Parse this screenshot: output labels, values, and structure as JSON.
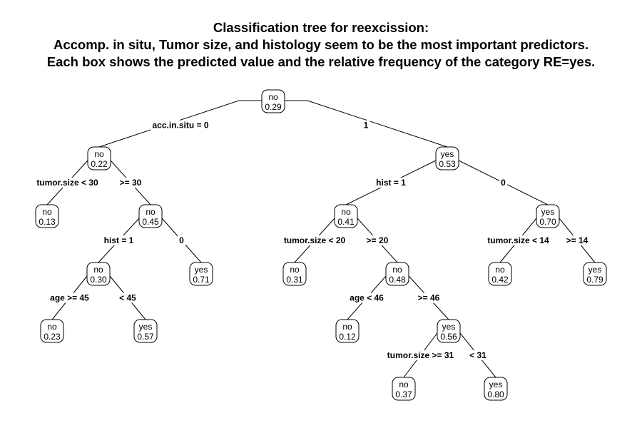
{
  "title": {
    "line1": "Classification tree for reexcission:",
    "line2": "Accomp. in situ, Tumor size, and histology seem to be the most important predictors.",
    "line3": "Each box shows the predicted value and the relative frequency of the category RE=yes."
  },
  "nodes": [
    {
      "id": "root",
      "pred": "no",
      "freq": "0.29"
    },
    {
      "id": "n2",
      "pred": "no",
      "freq": "0.22"
    },
    {
      "id": "n3",
      "pred": "yes",
      "freq": "0.53"
    },
    {
      "id": "n4",
      "pred": "no",
      "freq": "0.13"
    },
    {
      "id": "n5",
      "pred": "no",
      "freq": "0.45"
    },
    {
      "id": "n10",
      "pred": "no",
      "freq": "0.30"
    },
    {
      "id": "n11",
      "pred": "yes",
      "freq": "0.71"
    },
    {
      "id": "n20",
      "pred": "no",
      "freq": "0.23"
    },
    {
      "id": "n21",
      "pred": "yes",
      "freq": "0.57"
    },
    {
      "id": "n6",
      "pred": "no",
      "freq": "0.41"
    },
    {
      "id": "n7",
      "pred": "yes",
      "freq": "0.70"
    },
    {
      "id": "n12",
      "pred": "no",
      "freq": "0.31"
    },
    {
      "id": "n13",
      "pred": "no",
      "freq": "0.48"
    },
    {
      "id": "n26",
      "pred": "no",
      "freq": "0.12"
    },
    {
      "id": "n27",
      "pred": "yes",
      "freq": "0.56"
    },
    {
      "id": "n54",
      "pred": "no",
      "freq": "0.37"
    },
    {
      "id": "n55",
      "pred": "yes",
      "freq": "0.80"
    },
    {
      "id": "n14",
      "pred": "no",
      "freq": "0.42"
    },
    {
      "id": "n15",
      "pred": "yes",
      "freq": "0.79"
    }
  ],
  "splits": [
    {
      "parent": "root",
      "left_label": "acc.in.situ = 0",
      "right_label": "1"
    },
    {
      "parent": "n2",
      "left_label": "tumor.size < 30",
      "right_label": ">= 30"
    },
    {
      "parent": "n5",
      "left_label": "hist = 1",
      "right_label": "0"
    },
    {
      "parent": "n10",
      "left_label": "age >= 45",
      "right_label": "< 45"
    },
    {
      "parent": "n3",
      "left_label": "hist = 1",
      "right_label": "0"
    },
    {
      "parent": "n6",
      "left_label": "tumor.size < 20",
      "right_label": ">= 20"
    },
    {
      "parent": "n13",
      "left_label": "age < 46",
      "right_label": ">= 46"
    },
    {
      "parent": "n27",
      "left_label": "tumor.size >= 31",
      "right_label": "< 31"
    },
    {
      "parent": "n7",
      "left_label": "tumor.size < 14",
      "right_label": ">= 14"
    }
  ]
}
